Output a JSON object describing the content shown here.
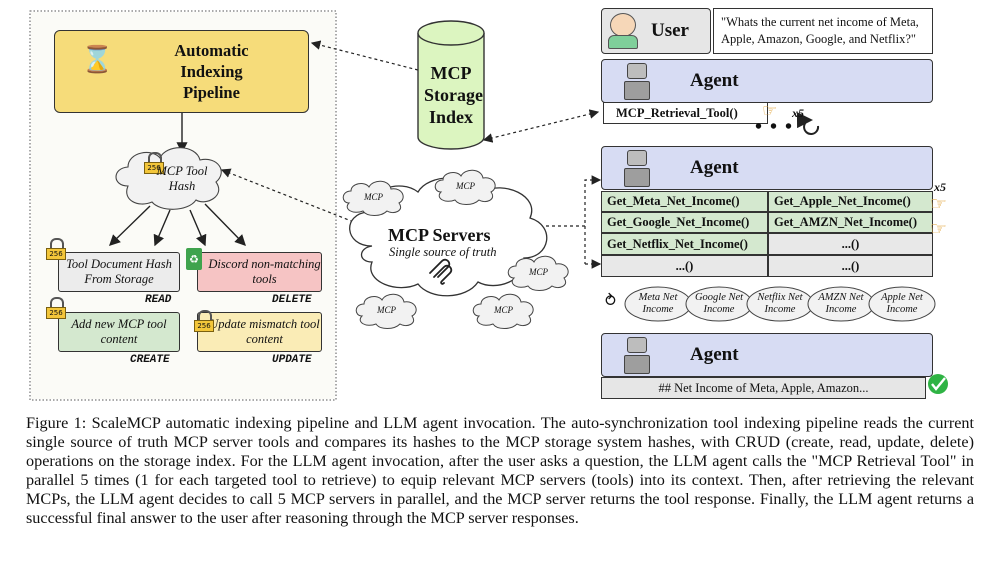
{
  "pipeline": {
    "title": "Automatic Indexing Pipeline",
    "hash_label": "MCP Tool Hash",
    "badge": "256",
    "ops": [
      {
        "text": "Tool Document Hash From Storage",
        "op": "READ"
      },
      {
        "text": "Discord non-matching tools",
        "op": "DELETE"
      },
      {
        "text": "Add new MCP tool content",
        "op": "CREATE"
      },
      {
        "text": "Update mismatch tool content",
        "op": "UPDATE"
      }
    ]
  },
  "storage": {
    "label": "MCP Storage Index"
  },
  "servers": {
    "title": "MCP Servers",
    "subtitle": "Single source of truth",
    "small_cloud_label": "MCP"
  },
  "user": {
    "label": "User",
    "question": "\"Whats the current net income of Meta, Apple, Amazon, Google, and Netflix?\""
  },
  "agent": {
    "label": "Agent"
  },
  "retrieval_tool": {
    "label": "MCP_Retrieval_Tool()",
    "multiplier": "x5"
  },
  "tool_calls": {
    "multiplier": "x5",
    "rows": [
      [
        "Get_Meta_Net_Income()",
        "Get_Apple_Net_Income()"
      ],
      [
        "Get_Google_Net_Income()",
        "Get_AMZN_Net_Income()"
      ],
      [
        "Get_Netflix_Net_Income()",
        "...()"
      ],
      [
        "...()",
        "...()"
      ]
    ]
  },
  "responses": [
    "Meta Net Income",
    "Google Net Income",
    "Netflix Net Income",
    "AMZN Net Income",
    "Apple Net Income"
  ],
  "final_answer": "## Net Income of Meta, Apple, Amazon...",
  "caption": "Figure 1: ScaleMCP automatic indexing pipeline and LLM agent invocation. The auto-synchronization tool indexing pipeline reads the current single source of truth MCP server tools and compares its hashes to the MCP storage system hashes, with CRUD (create, read, update, delete) operations on the storage index. For the LLM agent invocation, after the user asks a question, the LLM agent calls the \"MCP Retrieval Tool\" in parallel 5 times (1 for each targeted tool to retrieve) to equip relevant MCP servers (tools) into its context. Then, after retrieving the relevant MCPs, the LLM agent decides to call 5 MCP servers in parallel, and the MCP server returns the tool response. Finally, the LLM agent returns a successful final answer to the user after reasoning through the MCP server responses.",
  "colors": {
    "pipeline": "#f6dc7a",
    "storage": "#dcf5c0",
    "agent": "#d7dcf3",
    "read": "#ececec",
    "delete": "#f6c4c4",
    "create": "#d4e8cf",
    "update": "#faecb6",
    "cell": "#d4e8cf",
    "cell_empty": "#e8e8e8",
    "check": "#2fb344"
  }
}
